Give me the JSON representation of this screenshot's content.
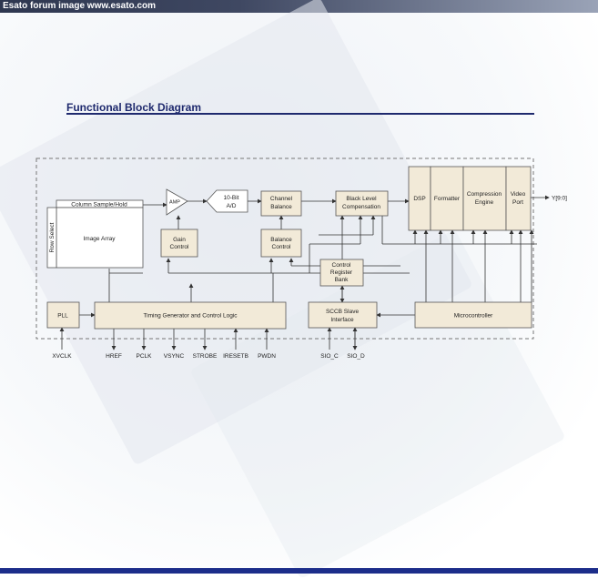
{
  "header": {
    "title": "Esato forum image www.esato.com"
  },
  "diagram": {
    "title": "Functional Block Diagram",
    "blocks": {
      "column_sample_hold": "Column Sample/Hold",
      "row_select": "Row Select",
      "image_array": "Image Array",
      "amp": "AMP",
      "gain_control": [
        "Gain",
        "Control"
      ],
      "adc": [
        "10-Bit",
        "A/D"
      ],
      "channel_balance": [
        "Channel",
        "Balance"
      ],
      "balance_control": [
        "Balance",
        "Control"
      ],
      "black_level": [
        "Black Level",
        "Compensation"
      ],
      "control_register_bank": [
        "Control",
        "Register",
        "Bank"
      ],
      "dsp": "DSP",
      "formatter": "Formatter",
      "compression_engine": [
        "Compression",
        "Engine"
      ],
      "video_port": [
        "Video",
        "Port"
      ],
      "pll": "PLL",
      "timing_generator": "Timing Generator and Control Logic",
      "sccb": [
        "SCCB Slave",
        "Interface"
      ],
      "microcontroller": "Microcontroller"
    },
    "pins": {
      "y_out": "Y[9:0]",
      "xvclk": "XVCLK",
      "href": "HREF",
      "pclk": "PCLK",
      "vsync": "VSYNC",
      "strobe": "STROBE",
      "iresetb": "IRESETB",
      "pwdn": "PWDN",
      "sio_c": "SIO_C",
      "sio_d": "SIO_D"
    },
    "colors": {
      "block_fill": "#f2ead8",
      "block_stroke": "#555555",
      "title": "#1f2a6e"
    }
  }
}
